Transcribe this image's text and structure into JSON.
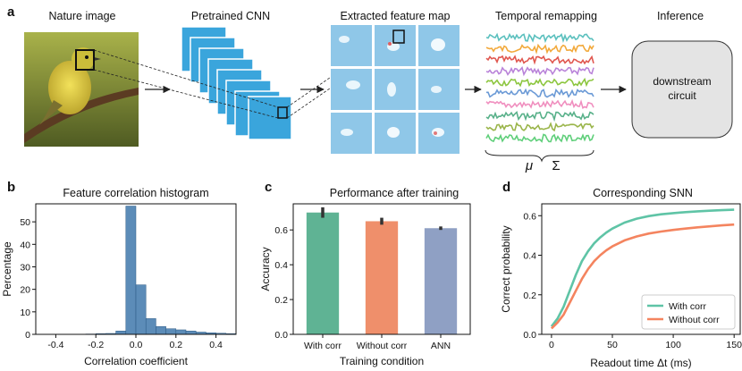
{
  "panel_a": {
    "label": "a",
    "nature_title": "Nature image",
    "cnn_title": "Pretrained CNN",
    "feature_title": "Extracted feature map",
    "temporal_title": "Temporal remapping",
    "inference_title": "Inference",
    "box_line1": "downstream",
    "box_line2": "circuit",
    "mu": "μ",
    "sigma": "Σ",
    "trace_colors": [
      "#5bc0be",
      "#f2a93b",
      "#e0574f",
      "#b983d9",
      "#8cc63f",
      "#6b9ad6",
      "#f08fbf",
      "#59b18a",
      "#9ab54a",
      "#5fcf7a"
    ]
  },
  "panel_b": {
    "label": "b",
    "title": "Feature correlation histogram",
    "xlabel": "Correlation coefficient",
    "ylabel": "Percentage",
    "xticks": [
      "-0.4",
      "-0.2",
      "0.0",
      "0.2",
      "0.4"
    ],
    "yticks": [
      "0",
      "10",
      "20",
      "30",
      "40",
      "50"
    ]
  },
  "panel_c": {
    "label": "c",
    "title": "Performance after training",
    "xlabel": "Training condition",
    "ylabel": "Accuracy",
    "yticks": [
      "0.0",
      "0.2",
      "0.4",
      "0.6"
    ]
  },
  "panel_d": {
    "label": "d",
    "title": "Corresponding SNN",
    "xlabel": "Readout time Δt (ms)",
    "ylabel": "Correct probability",
    "xticks": [
      "0",
      "50",
      "100",
      "150"
    ],
    "yticks": [
      "0.0",
      "0.2",
      "0.4",
      "0.6"
    ]
  },
  "chart_data": [
    {
      "type": "bar",
      "title": "Feature correlation histogram",
      "xlabel": "Correlation coefficient",
      "ylabel": "Percentage",
      "bin_width": 0.05,
      "bin_lefts": [
        -0.45,
        -0.4,
        -0.35,
        -0.3,
        -0.25,
        -0.2,
        -0.15,
        -0.1,
        -0.05,
        0.0,
        0.05,
        0.1,
        0.15,
        0.2,
        0.25,
        0.3,
        0.35,
        0.4,
        0.45
      ],
      "values": [
        0.1,
        0.1,
        0.1,
        0.1,
        0.15,
        0.3,
        0.4,
        1.5,
        57,
        22,
        7,
        3.5,
        2.5,
        2,
        1.5,
        1,
        0.7,
        0.5,
        0.3
      ],
      "xlim": [
        -0.5,
        0.5
      ],
      "ylim": [
        0,
        58
      ],
      "color": "#4a7fb0"
    },
    {
      "type": "bar",
      "title": "Performance after training",
      "xlabel": "Training condition",
      "ylabel": "Accuracy",
      "categories": [
        "With corr",
        "Without corr",
        "ANN"
      ],
      "values": [
        0.7,
        0.65,
        0.61
      ],
      "errors": [
        0.03,
        0.02,
        0.01
      ],
      "colors": [
        "#5fb394",
        "#ef8f6b",
        "#8fa0c4"
      ],
      "ylim": [
        0,
        0.75
      ]
    },
    {
      "type": "line",
      "title": "Corresponding SNN",
      "xlabel": "Readout time Δt (ms)",
      "ylabel": "Correct probability",
      "x": [
        0,
        5,
        10,
        15,
        20,
        25,
        30,
        35,
        40,
        45,
        50,
        60,
        70,
        80,
        90,
        100,
        110,
        120,
        130,
        140,
        150
      ],
      "series": [
        {
          "name": "With corr",
          "color": "#5fc4a6",
          "values": [
            0.04,
            0.08,
            0.14,
            0.22,
            0.3,
            0.37,
            0.42,
            0.46,
            0.49,
            0.515,
            0.535,
            0.565,
            0.585,
            0.598,
            0.607,
            0.613,
            0.618,
            0.622,
            0.625,
            0.628,
            0.63
          ]
        },
        {
          "name": "Without corr",
          "color": "#f4845f",
          "values": [
            0.03,
            0.06,
            0.1,
            0.16,
            0.22,
            0.28,
            0.33,
            0.37,
            0.4,
            0.425,
            0.445,
            0.475,
            0.495,
            0.51,
            0.52,
            0.528,
            0.535,
            0.541,
            0.546,
            0.551,
            0.555
          ]
        }
      ],
      "xlim": [
        -8,
        155
      ],
      "ylim": [
        0,
        0.66
      ],
      "legend": "bottom-right"
    }
  ]
}
